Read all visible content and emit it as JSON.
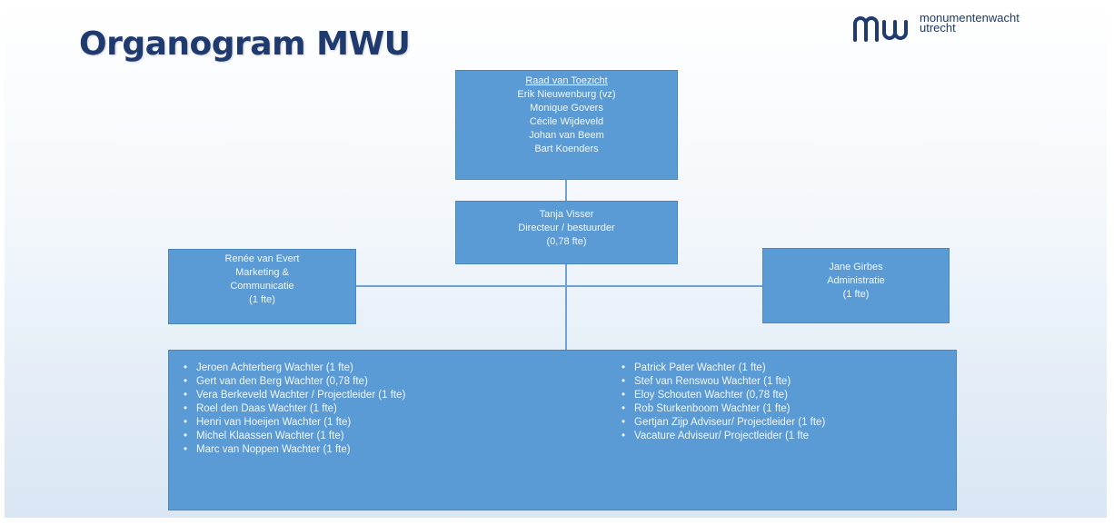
{
  "title": "Organogram MWU",
  "logo": {
    "line1": "monumentenwacht",
    "line2": "utrecht",
    "color": "#1f3a6e"
  },
  "colors": {
    "box": "#5b9bd5",
    "text": "#f2f7fc",
    "title": "#1f3a6e"
  },
  "board": {
    "heading": "Raad van Toezicht",
    "members": [
      "Erik Nieuwenburg (vz)",
      "Monique Govers",
      "Cécile Wijdeveld",
      "Johan van Beem",
      "Bart Koenders"
    ]
  },
  "director": {
    "name": "Tanja Visser",
    "role": "Directeur / bestuurder",
    "fte": "(0,78 fte)"
  },
  "marketing": {
    "name": "Renée van Evert",
    "role1": "Marketing &",
    "role2": "Communicatie",
    "fte": "(1 fte)"
  },
  "administration": {
    "name": "Jane Girbes",
    "role": "Administratie",
    "fte": "(1 fte)"
  },
  "staff": {
    "left": [
      "Jeroen Achterberg Wachter (1 fte)",
      "Gert van den Berg Wachter (0,78 fte)",
      "Vera Berkeveld Wachter / Projectleider (1 fte)",
      "Roel den Daas Wachter (1 fte)",
      "Henri van Hoeijen Wachter (1 fte)",
      "Michel Klaassen Wachter (1 fte)",
      "Marc van Noppen Wachter (1 fte)"
    ],
    "right": [
      "Patrick Pater Wachter (1 fte)",
      "Stef van Renswou Wachter (1 fte)",
      "Eloy Schouten Wachter (0,78 fte)",
      "Rob Sturkenboom Wachter (1 fte)",
      "Gertjan Zijp  Adviseur/ Projectleider (1 fte)",
      "Vacature Adviseur/ Projectleider (1 fte"
    ]
  }
}
